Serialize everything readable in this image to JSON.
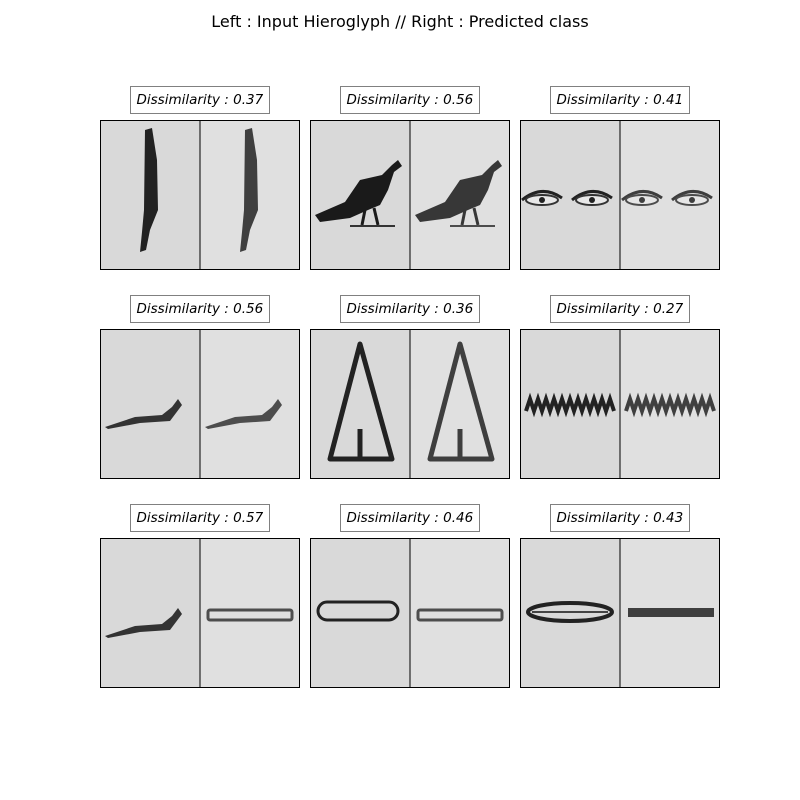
{
  "title": "Left : Input Hieroglyph // Right : Predicted class",
  "label_prefix": "Dissimilarity : ",
  "chart_data": {
    "type": "image-grid",
    "rows": 3,
    "cols": 3,
    "panels": [
      {
        "dissimilarity": "0.37",
        "glyph_input": "knife",
        "glyph_predicted": "knife"
      },
      {
        "dissimilarity": "0.56",
        "glyph_input": "bird",
        "glyph_predicted": "bird"
      },
      {
        "dissimilarity": "0.41",
        "glyph_input": "eyes",
        "glyph_predicted": "eyes"
      },
      {
        "dissimilarity": "0.56",
        "glyph_input": "slug",
        "glyph_predicted": "slug"
      },
      {
        "dissimilarity": "0.36",
        "glyph_input": "triangle",
        "glyph_predicted": "triangle"
      },
      {
        "dissimilarity": "0.27",
        "glyph_input": "zigzag",
        "glyph_predicted": "zigzag"
      },
      {
        "dissimilarity": "0.57",
        "glyph_input": "slug",
        "glyph_predicted": "bar"
      },
      {
        "dissimilarity": "0.46",
        "glyph_input": "cartouche",
        "glyph_predicted": "bar"
      },
      {
        "dissimilarity": "0.43",
        "glyph_input": "fish",
        "glyph_predicted": "stick"
      }
    ]
  }
}
